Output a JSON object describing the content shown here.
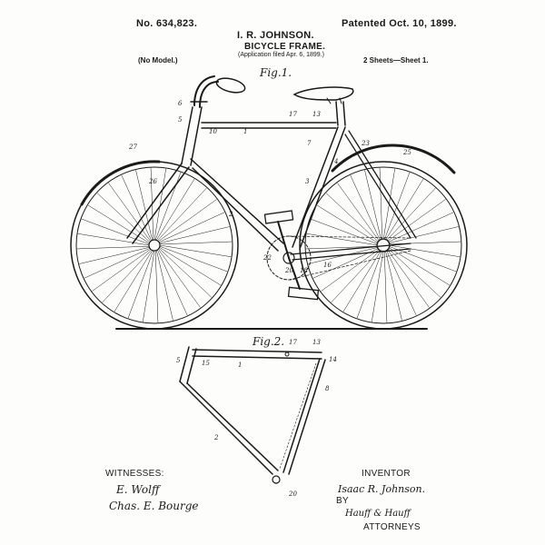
{
  "header": {
    "patent_number": "No. 634,823.",
    "patent_date": "Patented Oct. 10, 1899.",
    "inventor_name": "I. R. JOHNSON.",
    "title": "BICYCLE FRAME.",
    "application_filed": "(Application filed Apr. 6, 1899.)",
    "model_note": "(No Model.)",
    "sheets": "2 Sheets—Sheet 1."
  },
  "figures": {
    "fig1_label": "Fig.1.",
    "fig2_label": "Fig.2."
  },
  "callouts_fig1": {
    "n6": "6",
    "n5": "5",
    "n10": "10",
    "n1": "1",
    "n17": "17",
    "n13": "13",
    "n7": "7",
    "n4": "4",
    "n23": "23",
    "n27": "27",
    "n25": "25",
    "n3": "3",
    "n2": "2",
    "n26": "26",
    "n22": "22",
    "n20": "20",
    "n18": "18",
    "n16": "16"
  },
  "callouts_fig2": {
    "n5": "5",
    "n15": "15",
    "n1": "1",
    "n17": "17",
    "n13": "13",
    "n14": "14",
    "n8": "8",
    "n2": "2",
    "n20": "20"
  },
  "footer": {
    "witnesses_label": "WITNESSES:",
    "witness_1": "E. Wolff",
    "witness_2": "Chas. E. Bourge",
    "inventor_label": "INVENTOR",
    "inventor_signature": "Isaac R. Johnson.",
    "by_label": "BY",
    "attorney_signature": "Hauff & Hauff",
    "attorneys_label": "ATTORNEYS"
  }
}
